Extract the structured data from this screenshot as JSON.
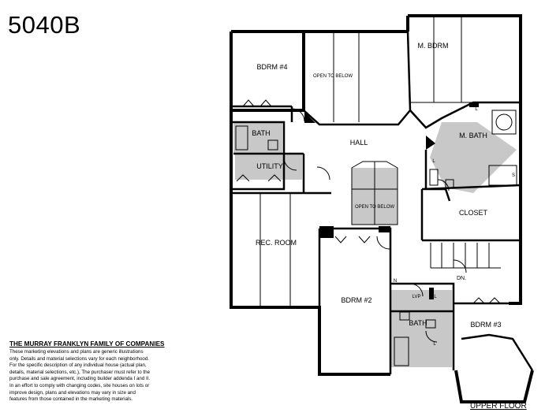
{
  "plan_number": "5040B",
  "company": {
    "name": "THE MURRAY FRANKLYN FAMILY OF COMPANIES",
    "disclaimer_lines": [
      "These marketing elevations and plans are generic illustrations",
      "only. Details and material selections vary for each neighborhood.",
      "For the specific description of any individual house (actual plan,",
      "details, material selections, etc.), The purchaser must refer to the",
      "purchase and sale agreement, including builder addenda I and II.",
      "In an effort to comply with changing codes, site houses on lots or",
      "improve design, plans and elevations may vary in size and",
      "features from those contained in the marketing materials."
    ]
  },
  "floor_label": "UPPER FLOOR",
  "rooms": {
    "bdrm4": "BDRM #4",
    "open_to_below_top": "OPEN TO BELOW",
    "m_bdrm": "M. BDRM",
    "hall": "HALL",
    "m_bath": "M. BATH",
    "bath_upper": "BATH",
    "utility": "UTILITY",
    "open_to_below_stair": "OPEN TO BELOW",
    "closet": "CLOSET",
    "rec_room": "REC. ROOM",
    "bdrm2": "BDRM #2",
    "bdrm3": "BDRM #3",
    "bath_lower": "BATH",
    "dn": "DN.",
    "lvp": "LVP",
    "l_a": "L",
    "l_b": "L",
    "l_c": "L",
    "l_d": "L",
    "n": "N",
    "s": "S"
  }
}
